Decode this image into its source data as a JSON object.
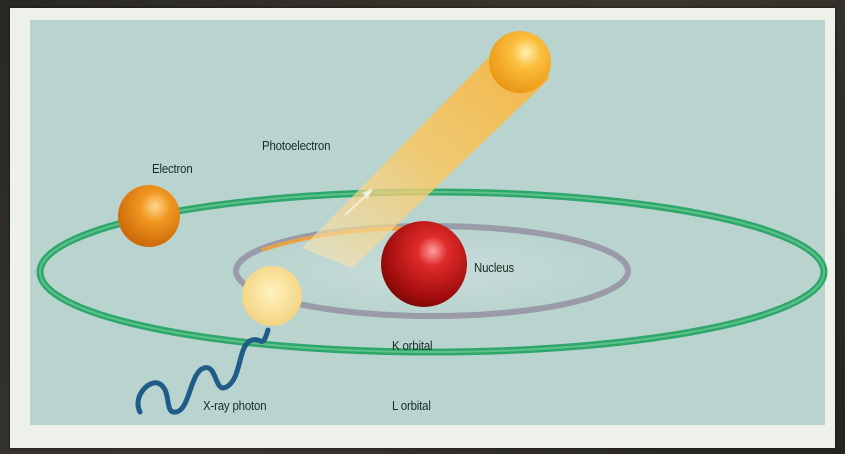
{
  "labels": {
    "electron": "Electron",
    "photoelectron": "Photoelectron",
    "nucleus": "Nucleus",
    "k_orbital": "K orbital",
    "l_orbital": "L orbital",
    "xray_photon": "X-ray photon"
  },
  "colors": {
    "background": "#b9d3cf",
    "l_orbital": "#2ea86a",
    "k_orbital": "#9a9aa8",
    "nucleus": "#b01010",
    "electron": "#e88a1a",
    "vacancy": "#f6dc8a",
    "photoelectron": "#f7b23a",
    "xray_wave": "#1f5c88"
  }
}
